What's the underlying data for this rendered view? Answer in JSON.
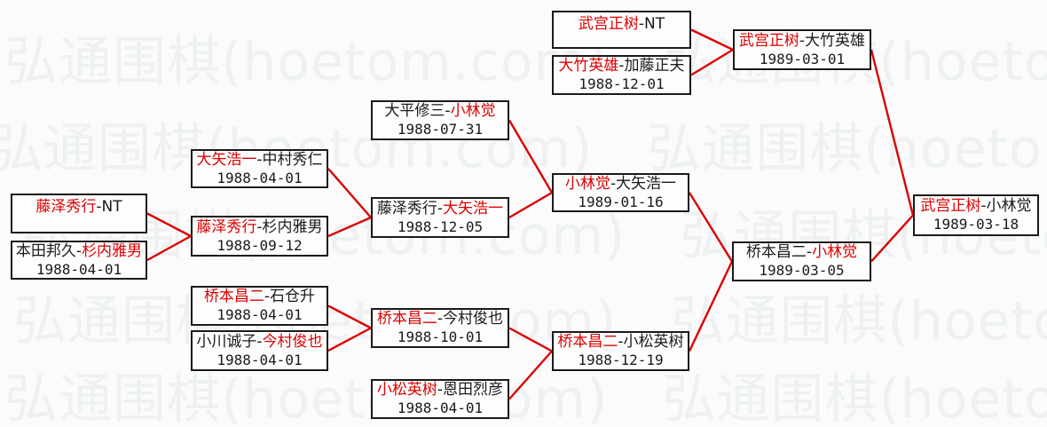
{
  "page": {
    "background": "#fbfbfb"
  },
  "colors": {
    "red": "#dd0000",
    "text": "#1a1a1a",
    "watermark": "#eef1f1",
    "box_border": "#1a1a1a"
  },
  "watermark": {
    "text": "弘通围棋(hoetom.com)　弘通围棋(hoetom.com)"
  },
  "bracket": {
    "boxes": {
      "a": {
        "red_name": "藤泽秀行",
        "black_name": "-NT",
        "red_first": true,
        "date": ""
      },
      "b": {
        "black_name": "本田邦久-",
        "red_name": "杉内雅男",
        "red_first": false,
        "date": "1988-04-01"
      },
      "c": {
        "red_name": "大矢浩一",
        "black_name": "-中村秀仁",
        "red_first": true,
        "date": "1988-04-01"
      },
      "d": {
        "red_name": "藤泽秀行",
        "black_name": "-杉内雅男",
        "red_first": true,
        "date": "1988-09-12"
      },
      "e": {
        "red_name": "桥本昌二",
        "black_name": "-石仓升",
        "red_first": true,
        "date": "1988-04-01"
      },
      "f": {
        "black_name": "小川诚子-",
        "red_name": "今村俊也",
        "red_first": false,
        "date": "1988-04-01"
      },
      "g": {
        "black_name": "大平修三-",
        "red_name": "小林觉",
        "red_first": false,
        "date": "1988-07-31"
      },
      "h": {
        "black_name": "藤泽秀行-",
        "red_name": "大矢浩一",
        "red_first": false,
        "date": "1988-12-05"
      },
      "i": {
        "red_name": "桥本昌二",
        "black_name": "-今村俊也",
        "red_first": true,
        "date": "1988-10-01"
      },
      "j": {
        "red_name": "小松英树",
        "black_name": "-恩田烈彦",
        "red_first": true,
        "date": "1988-04-01"
      },
      "k": {
        "red_name": "武宫正树",
        "black_name": "-NT",
        "red_first": true,
        "date": ""
      },
      "l": {
        "red_name": "大竹英雄",
        "black_name": "-加藤正夫",
        "red_first": true,
        "date": "1988-12-01"
      },
      "m": {
        "red_name": "小林觉",
        "black_name": "-大矢浩一",
        "red_first": true,
        "date": "1989-01-16"
      },
      "n": {
        "red_name": "桥本昌二",
        "black_name": "-小松英树",
        "red_first": true,
        "date": "1988-12-19"
      },
      "o": {
        "red_name": "武宫正树",
        "black_name": "-大竹英雄",
        "red_first": true,
        "date": "1989-03-01"
      },
      "p": {
        "black_name": "桥本昌二-",
        "red_name": "小林觉",
        "red_first": false,
        "date": "1989-03-05"
      },
      "q": {
        "red_name": "武宫正树",
        "black_name": "-小林觉",
        "red_first": true,
        "date": "1989-03-18"
      }
    },
    "connections": [
      [
        "a",
        "d"
      ],
      [
        "b",
        "d"
      ],
      [
        "c",
        "h"
      ],
      [
        "d",
        "h"
      ],
      [
        "e",
        "i"
      ],
      [
        "f",
        "i"
      ],
      [
        "g",
        "m"
      ],
      [
        "h",
        "m"
      ],
      [
        "i",
        "n"
      ],
      [
        "j",
        "n"
      ],
      [
        "k",
        "o"
      ],
      [
        "l",
        "o"
      ],
      [
        "m",
        "p"
      ],
      [
        "n",
        "p"
      ],
      [
        "o",
        "q"
      ],
      [
        "p",
        "q"
      ]
    ]
  }
}
